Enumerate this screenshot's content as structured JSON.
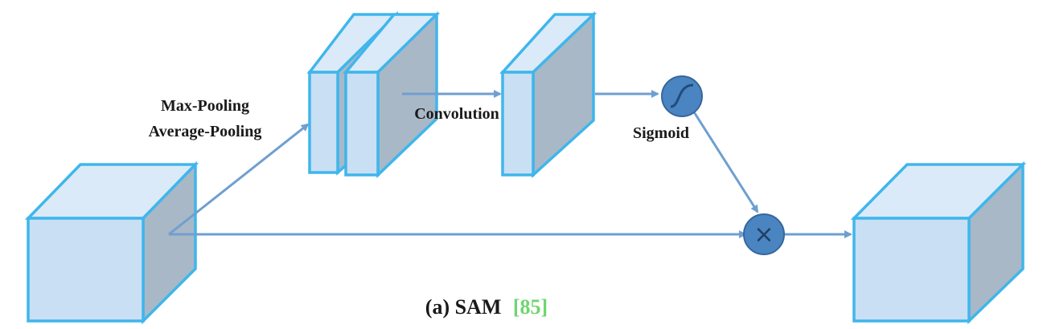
{
  "labels": {
    "pooling_max": "Max-Pooling",
    "pooling_avg": "Average-Pooling",
    "convolution": "Convolution",
    "sigmoid": "Sigmoid"
  },
  "caption": {
    "text": "(a) SAM",
    "ref": "[85]"
  },
  "operators": {
    "multiply_symbol": "×"
  },
  "colors": {
    "block_edge": "#3fb6ec",
    "block_front": "#c9dff3",
    "block_side": "#a9b8c6",
    "arrow": "#6f9fd0",
    "operator_fill": "#4a84c1",
    "reference": "#6fd66f"
  },
  "icons": {
    "sigmoid": "sigmoid-curve-icon",
    "multiply": "multiply-icon"
  }
}
